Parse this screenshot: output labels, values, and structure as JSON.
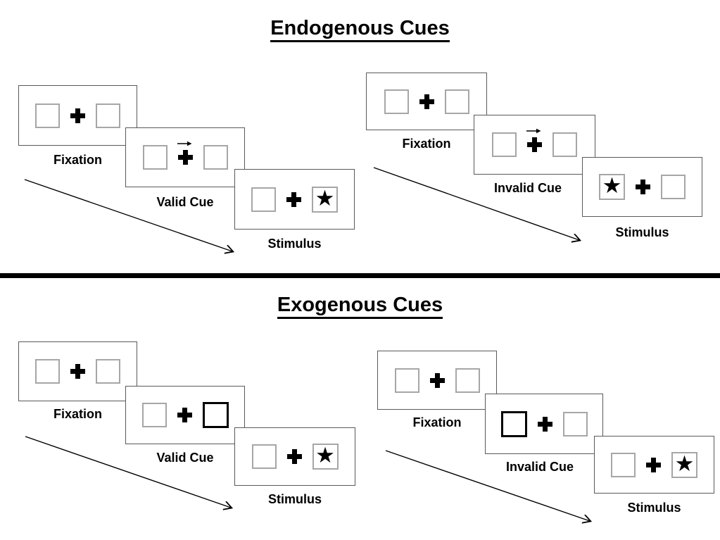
{
  "sections": [
    {
      "id": "endogenous",
      "title": "Endogenous Cues",
      "groups": [
        {
          "id": "endo-valid",
          "trials": [
            {
              "label": "Fixation",
              "type": "fixation"
            },
            {
              "label": "Valid Cue",
              "type": "arrow-cue",
              "cue_direction": "right"
            },
            {
              "label": "Stimulus",
              "type": "stimulus",
              "star_side": "right"
            }
          ]
        },
        {
          "id": "endo-invalid",
          "trials": [
            {
              "label": "Fixation",
              "type": "fixation"
            },
            {
              "label": "Invalid Cue",
              "type": "arrow-cue",
              "cue_direction": "right"
            },
            {
              "label": "Stimulus",
              "type": "stimulus",
              "star_side": "left"
            }
          ]
        }
      ]
    },
    {
      "id": "exogenous",
      "title": "Exogenous Cues",
      "groups": [
        {
          "id": "exo-valid",
          "trials": [
            {
              "label": "Fixation",
              "type": "fixation"
            },
            {
              "label": "Valid Cue",
              "type": "highlight-cue",
              "highlight_side": "right"
            },
            {
              "label": "Stimulus",
              "type": "stimulus",
              "star_side": "right"
            }
          ]
        },
        {
          "id": "exo-invalid",
          "trials": [
            {
              "label": "Fixation",
              "type": "fixation"
            },
            {
              "label": "Invalid Cue",
              "type": "highlight-cue",
              "highlight_side": "left"
            },
            {
              "label": "Stimulus",
              "type": "stimulus",
              "star_side": "right"
            }
          ]
        }
      ]
    }
  ],
  "icons": {
    "star": "★",
    "fixation_cross": "+",
    "cue_arrow": "→"
  },
  "colors": {
    "panel_border": "#595959",
    "box_border": "#a6a6a6",
    "highlight_border": "#000000",
    "divider": "#000000",
    "text": "#000000",
    "background": "#ffffff"
  }
}
